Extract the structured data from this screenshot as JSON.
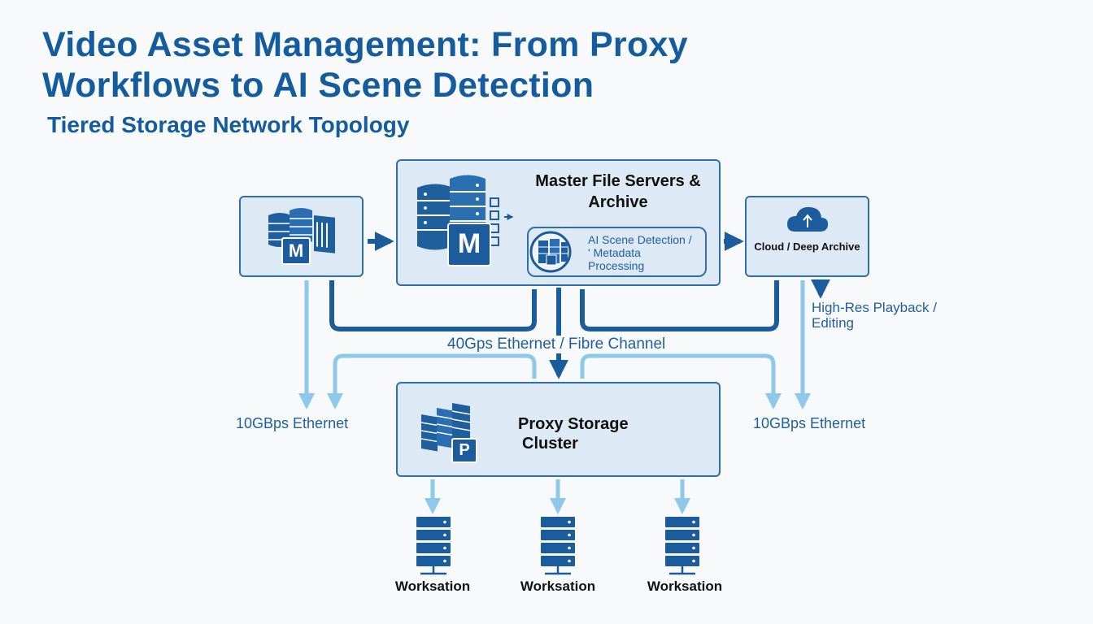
{
  "header": {
    "title_line1": "Video Asset Management: From Proxy",
    "title_line2": "Workflows to AI Scene Detection",
    "subtitle": "Tiered Storage Network Topology"
  },
  "nodes": {
    "master": {
      "title_line1": "Master File Servers &",
      "title_line2": "Archive",
      "badge": "M"
    },
    "ai": {
      "line1": "AI Scene Detection /",
      "line2": "' Metadata",
      "line3": "Processing"
    },
    "ingest": {
      "badge": "M"
    },
    "cloud": {
      "label": "Cloud / Deep Archive"
    },
    "proxy": {
      "line1": "Proxy Storage",
      "line2": "Cluster",
      "badge": "P"
    },
    "workstations": [
      "Worksation",
      "Worksation",
      "Worksation"
    ]
  },
  "links": {
    "backbone": "40Gps Ethernet / Fibre Channel",
    "left_ethernet": "10GBps Ethernet",
    "right_ethernet": "10GBps Ethernet",
    "playback_line1": "High-Res Playback /",
    "playback_line2": "Editing"
  },
  "colors": {
    "dark_blue": "#1c5b9c",
    "light_blue": "#8ec8ea",
    "box_fill": "#dde9f5",
    "title": "#155c9e"
  }
}
